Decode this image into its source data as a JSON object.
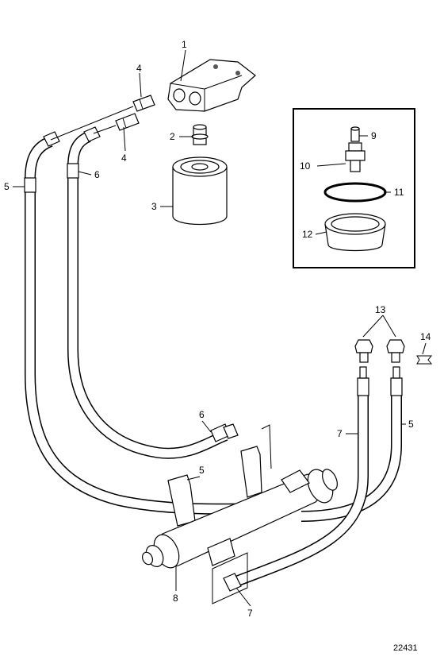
{
  "figure_number": "22431",
  "callouts": {
    "c1": "1",
    "c2": "2",
    "c3": "3",
    "c4a": "4",
    "c4b": "4",
    "c5a": "5",
    "c5b": "5",
    "c5c": "5",
    "c6a": "6",
    "c6b": "6",
    "c7a": "7",
    "c7b": "7",
    "c8": "8",
    "c9": "9",
    "c10": "10",
    "c11": "11",
    "c12": "12",
    "c13": "13",
    "c14": "14"
  }
}
